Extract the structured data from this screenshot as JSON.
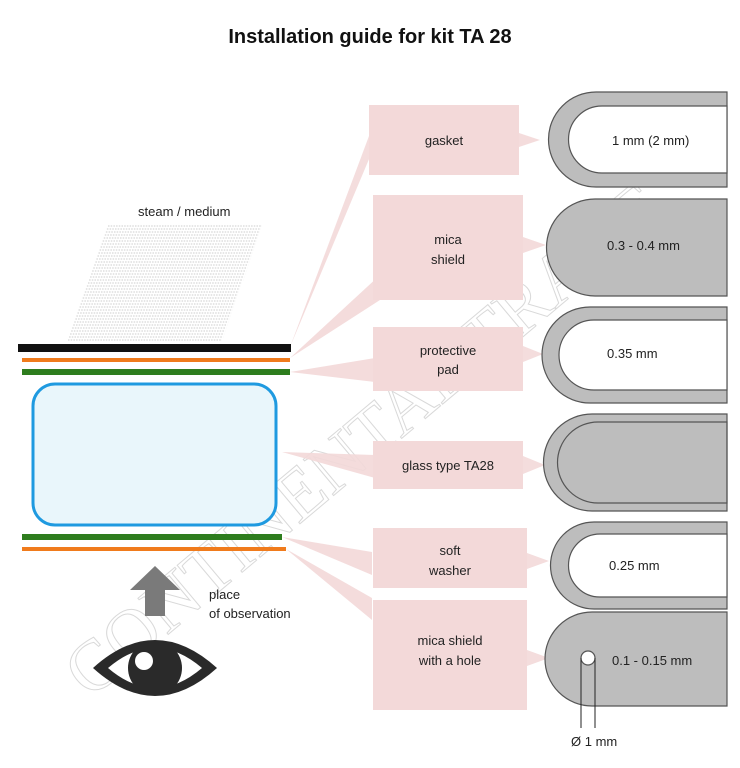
{
  "title": "Installation guide for kit TA 28",
  "watermark": "CONTINENTAL TRADE",
  "medium_label": "steam / medium",
  "observation_label": [
    "place",
    "of observation"
  ],
  "components": [
    {
      "id": "gasket",
      "label": [
        "gasket"
      ],
      "dimension": "1 mm (2 mm)"
    },
    {
      "id": "mica-shield",
      "label": [
        "mica",
        "shield"
      ],
      "dimension": "0.3 - 0.4 mm"
    },
    {
      "id": "protective-pad",
      "label": [
        "protective",
        "pad"
      ],
      "dimension": "0.35 mm"
    },
    {
      "id": "glass",
      "label": [
        "glass type TA28"
      ],
      "dimension": ""
    },
    {
      "id": "soft-washer",
      "label": [
        "soft",
        "washer"
      ],
      "dimension": "0.25 mm"
    },
    {
      "id": "mica-shield-hole",
      "label": [
        "mica shield",
        "with a hole"
      ],
      "dimension": "0.1 - 0.15 mm"
    }
  ],
  "hole_label": "Ø 1 mm",
  "colors": {
    "gasket_layer": "#111111",
    "orange_layer": "#f07b1c",
    "green_layer": "#2e7d1e",
    "glass_fill": "#e9f6fb",
    "glass_border": "#1f9ae0",
    "label_box": "#f3d9d9",
    "shape_fill": "#bdbdbd",
    "shape_stroke": "#555555",
    "arrow": "#7a7a7a"
  }
}
